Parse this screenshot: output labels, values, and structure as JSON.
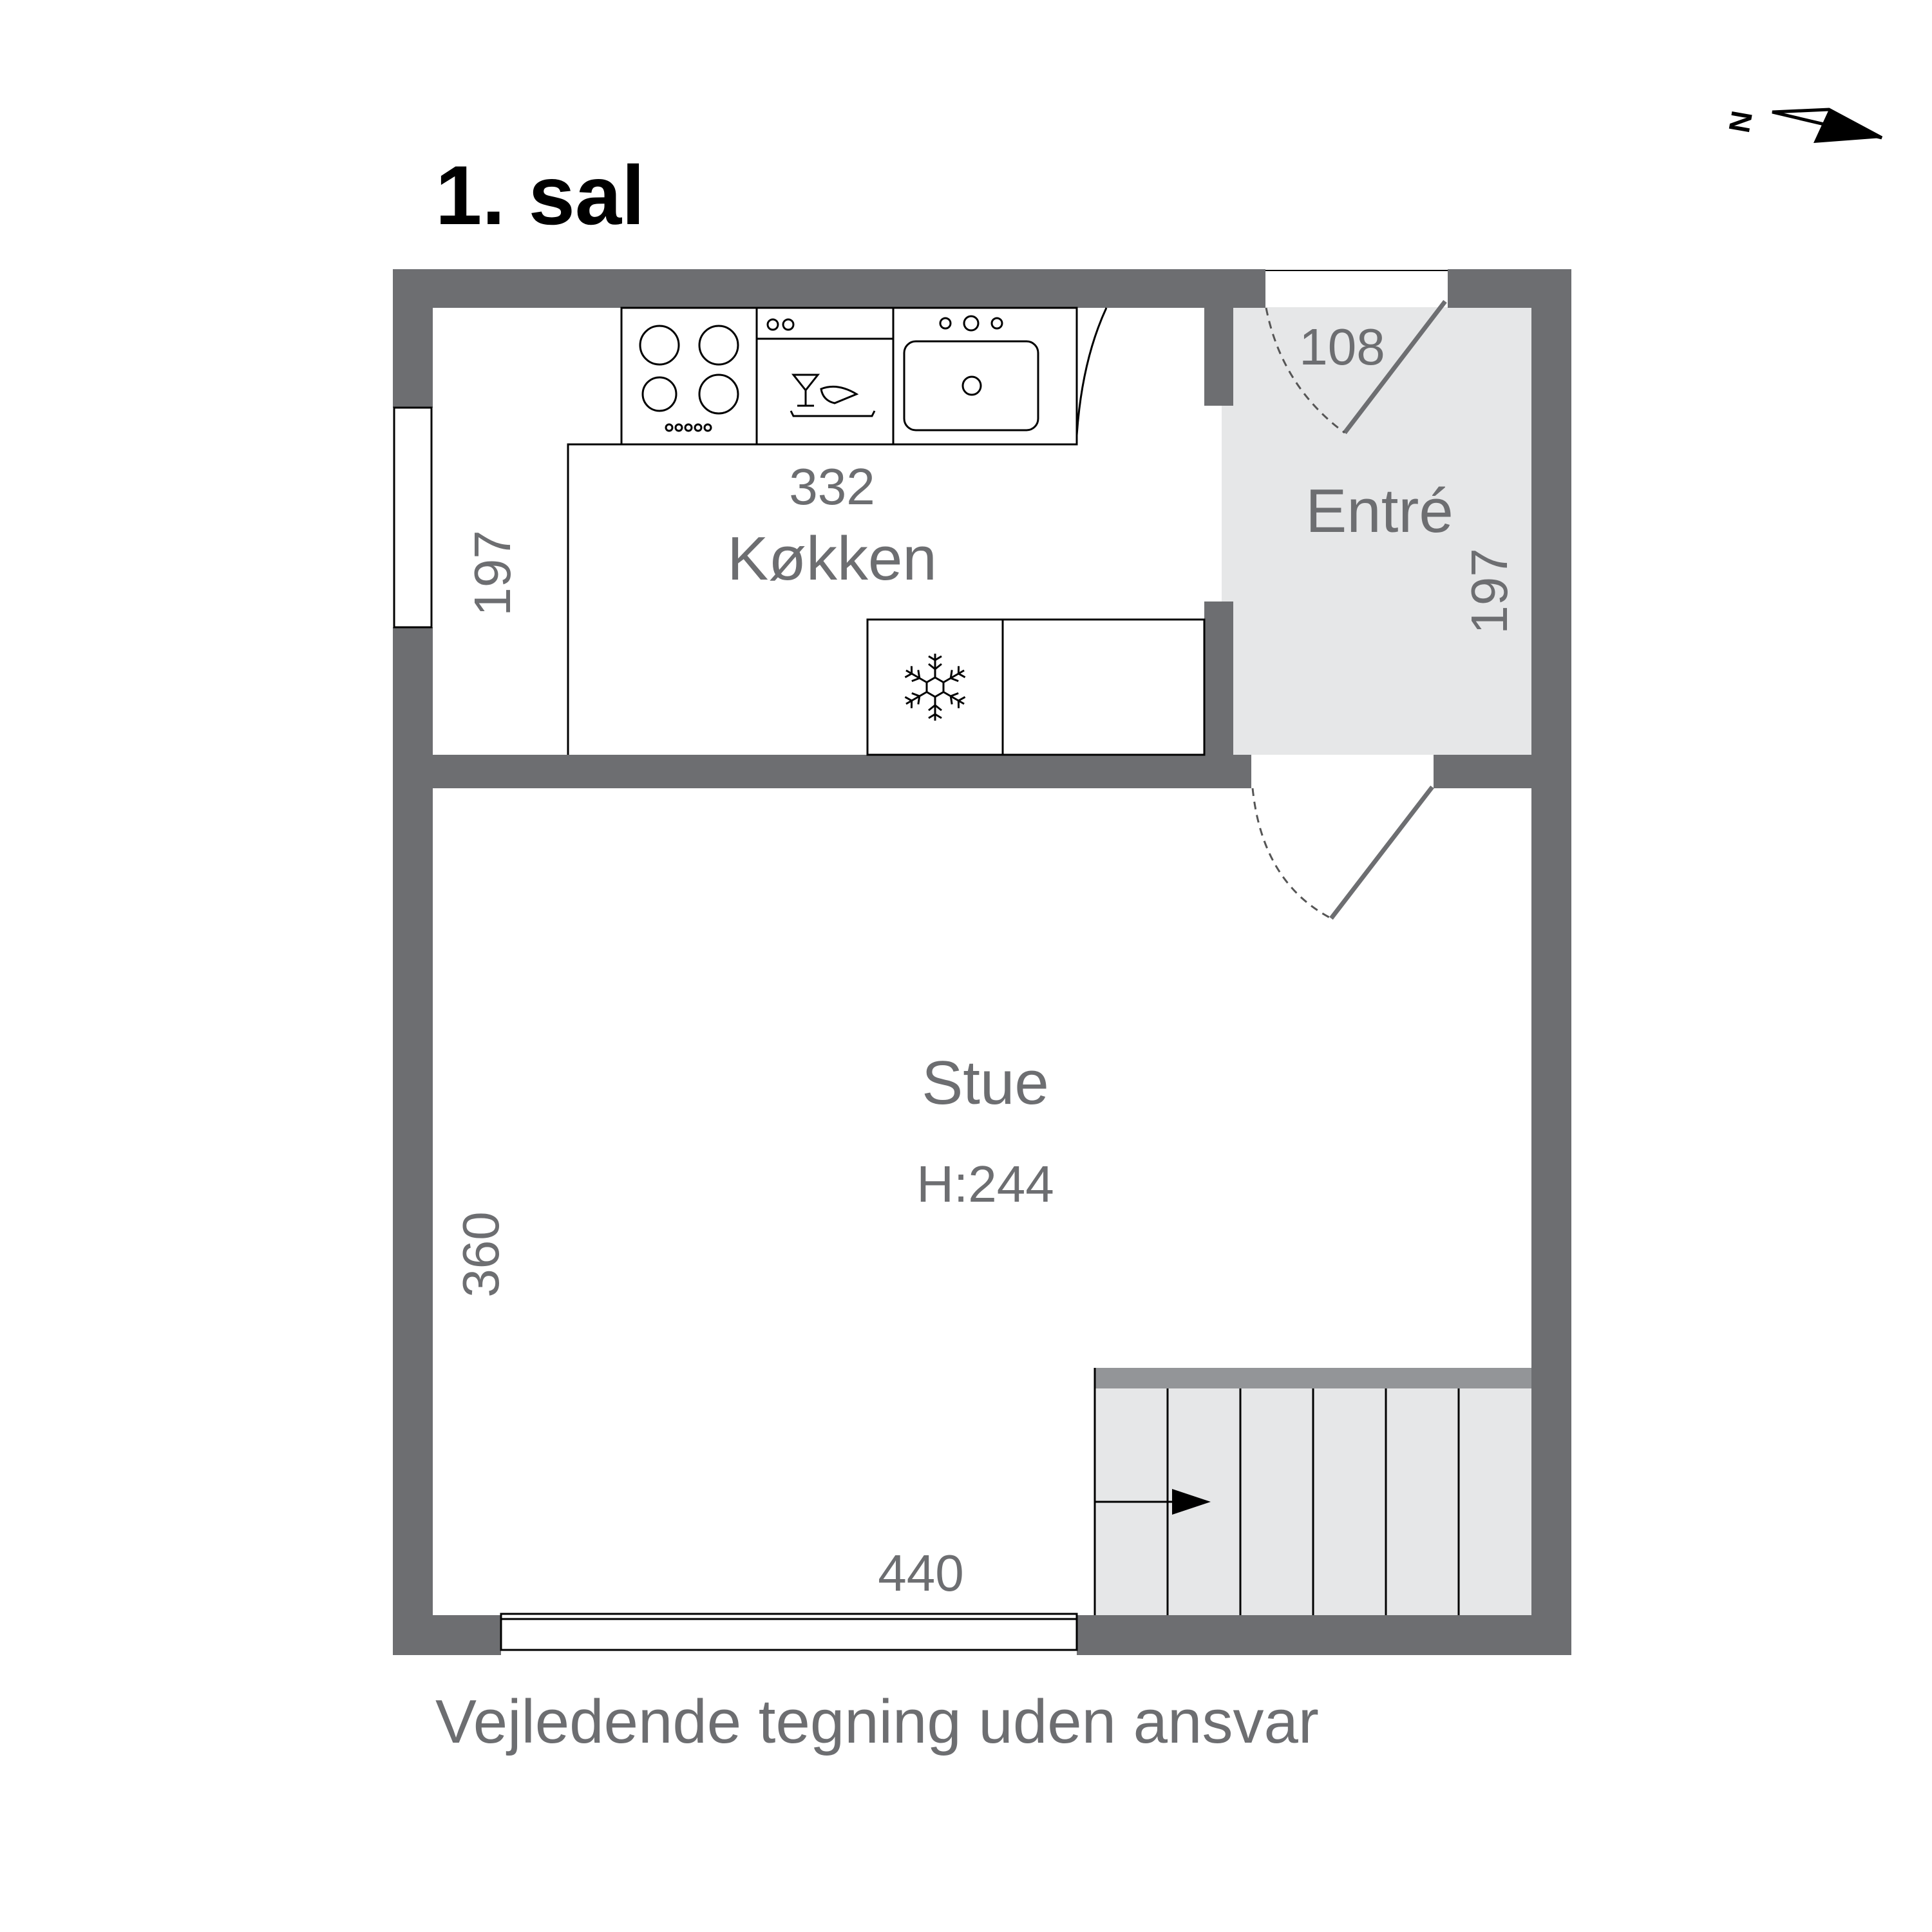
{
  "plan": {
    "title": "1. sal",
    "disclaimer": "Vejledende tegning uden ansvar",
    "compass_letter": "N",
    "colors": {
      "wall": "#6d6e71",
      "entry_floor": "#e6e7e8",
      "stair_fill": "#e6e7e8",
      "text": "#6d6e71",
      "title": "#000000"
    },
    "rooms": {
      "kitchen": {
        "name": "Køkken",
        "width_label": "332",
        "depth_label": "197"
      },
      "entry": {
        "name": "Entré",
        "door_label": "108",
        "depth_label": "197"
      },
      "living": {
        "name": "Stue",
        "height_label": "H:244",
        "width_label": "440",
        "depth_label": "360"
      }
    },
    "icons": [
      "cooktop-icon",
      "dishwasher-icon",
      "sink-icon",
      "freezer-snowflake-icon",
      "stair-arrow-icon",
      "compass-north-icon"
    ]
  }
}
